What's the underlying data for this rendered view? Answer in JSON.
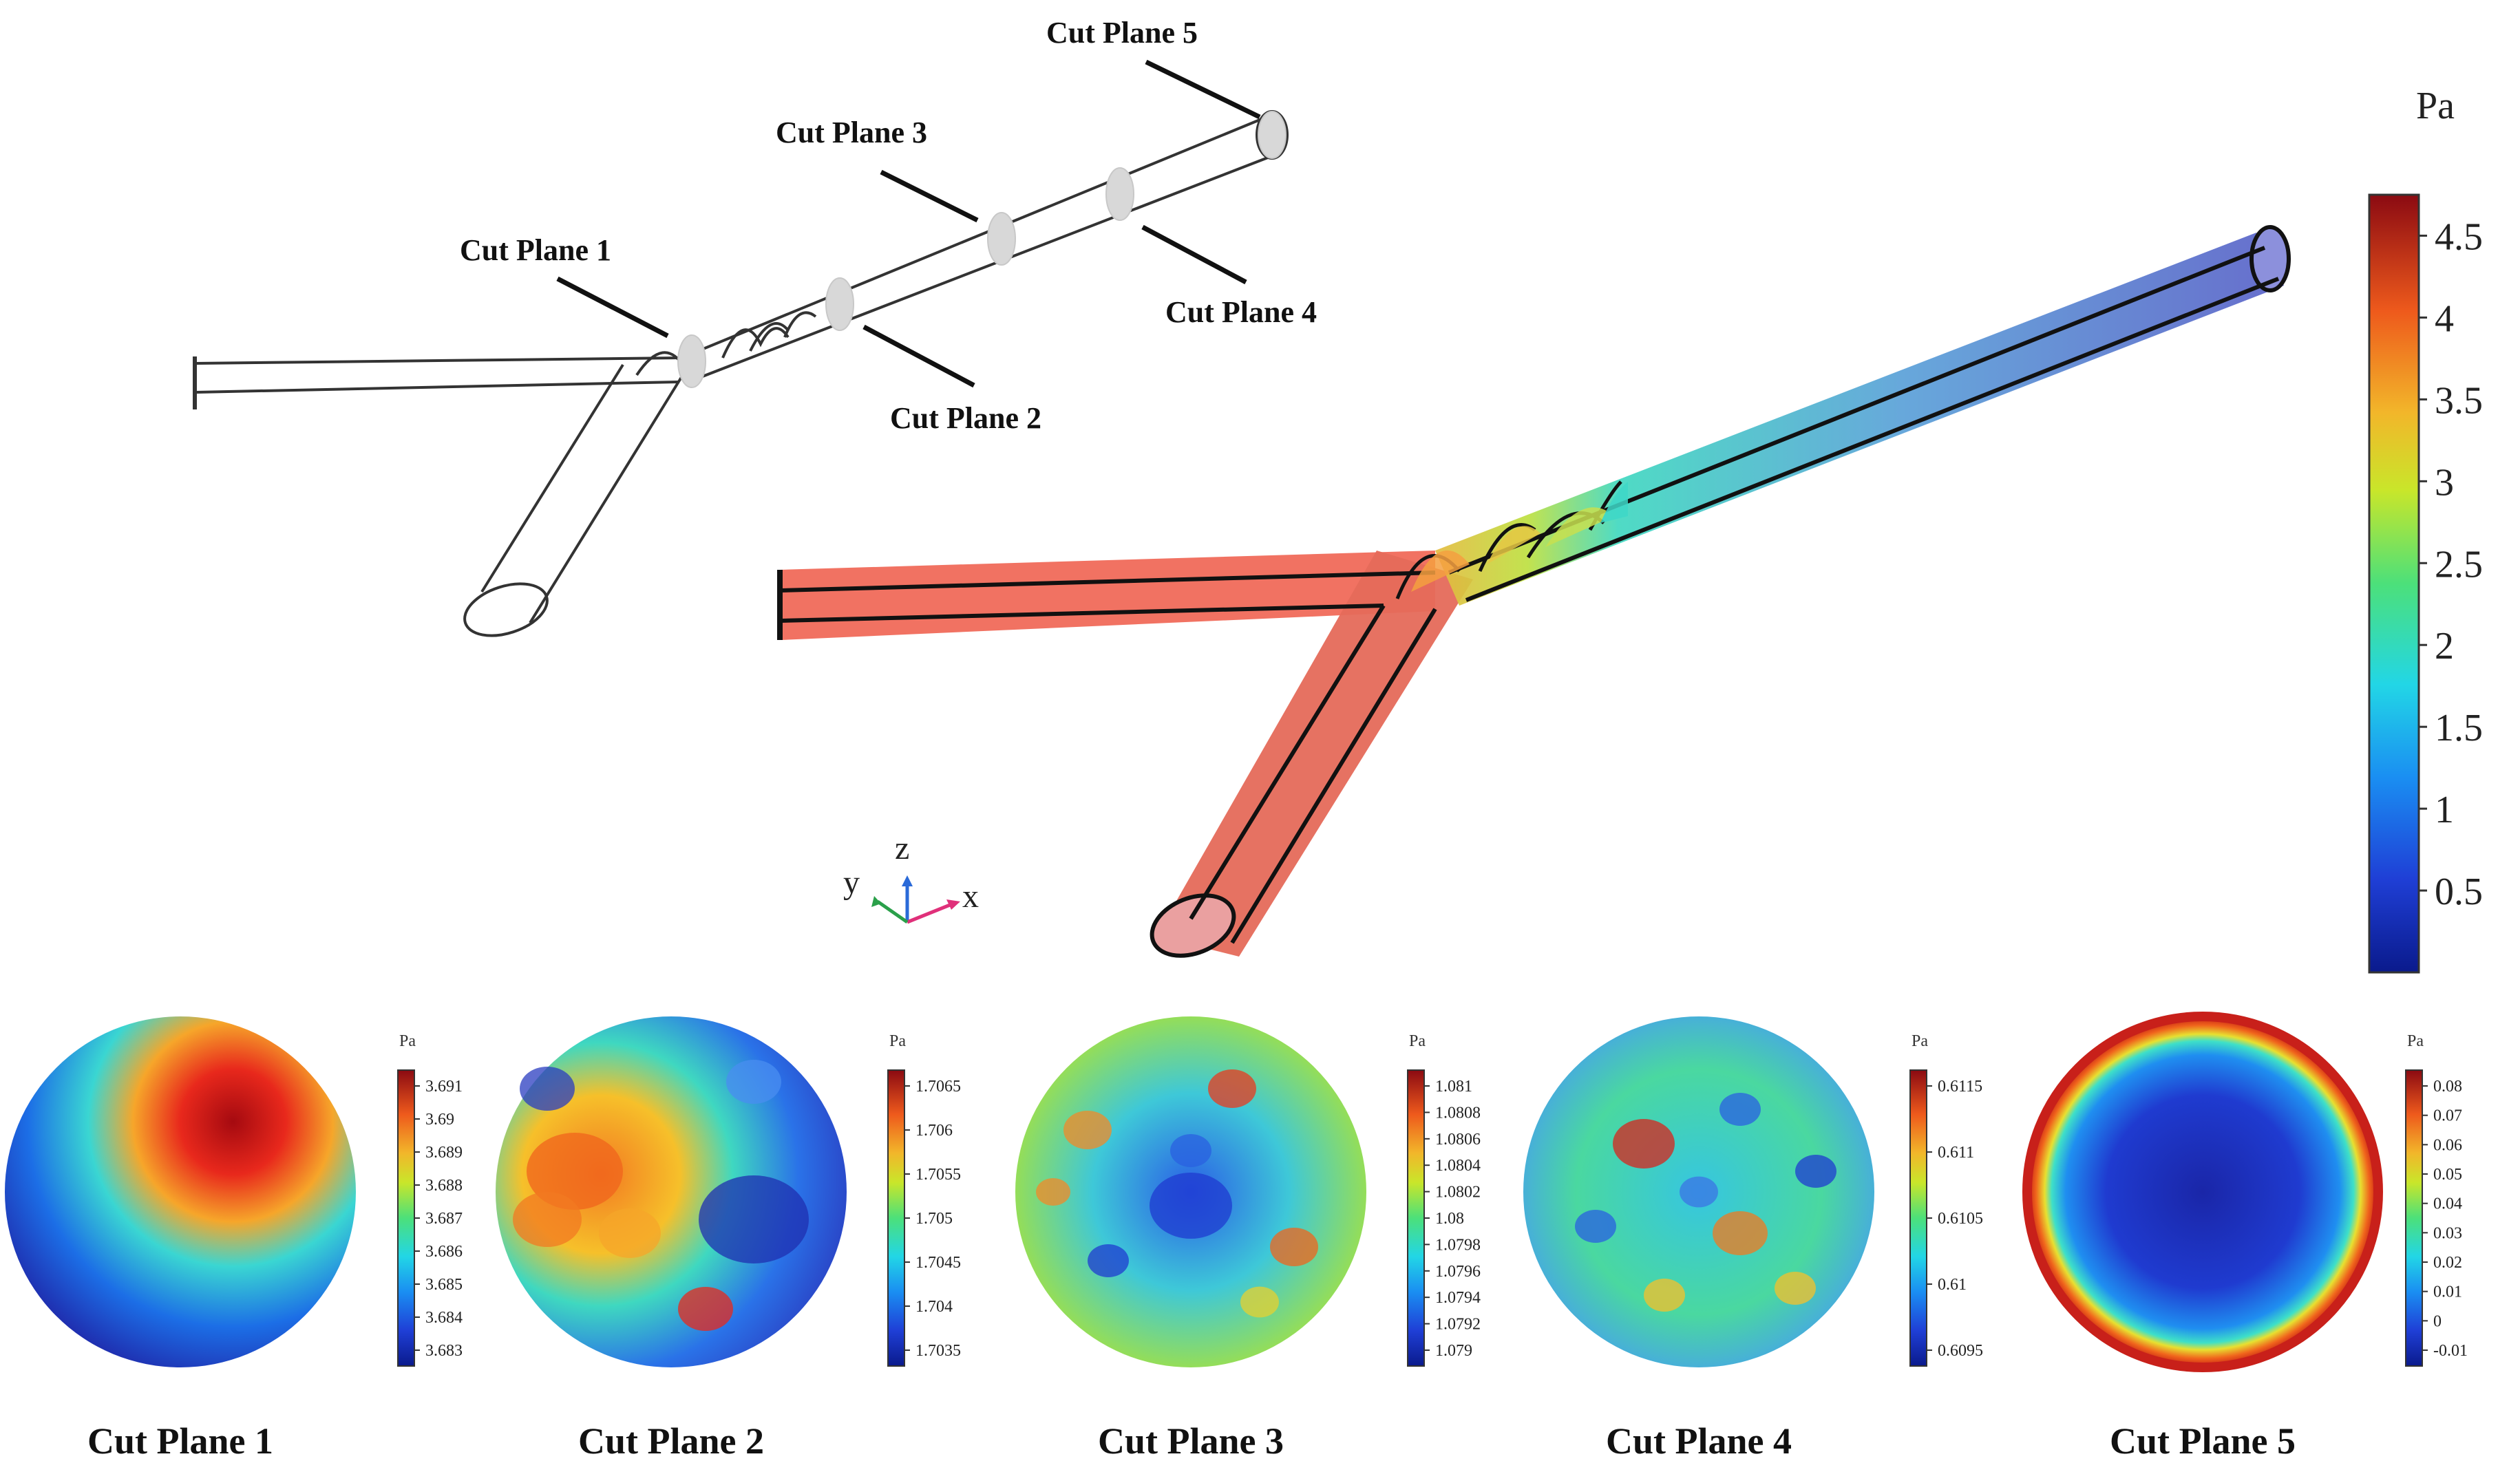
{
  "wireframe": {
    "labels": [
      "Cut Plane 1",
      "Cut Plane 2",
      "Cut Plane 3",
      "Cut Plane 4",
      "Cut Plane 5"
    ]
  },
  "main_colorbar": {
    "unit": "Pa",
    "min": 0.0,
    "max": 4.75,
    "ticks": [
      "0.5",
      "1",
      "1.5",
      "2",
      "2.5",
      "3",
      "3.5",
      "4",
      "4.5"
    ]
  },
  "axes_triad": {
    "y": "y",
    "z": "z",
    "x": "x"
  },
  "cut_planes": [
    {
      "label": "Cut Plane 1",
      "unit": "Pa",
      "ticks": [
        "3.691",
        "3.69",
        "3.689",
        "3.688",
        "3.687",
        "3.686",
        "3.685",
        "3.684",
        "3.683"
      ]
    },
    {
      "label": "Cut Plane 2",
      "unit": "Pa",
      "ticks": [
        "1.7065",
        "1.706",
        "1.7055",
        "1.705",
        "1.7045",
        "1.704",
        "1.7035"
      ]
    },
    {
      "label": "Cut Plane 3",
      "unit": "Pa",
      "ticks": [
        "1.081",
        "1.0808",
        "1.0806",
        "1.0804",
        "1.0802",
        "1.08",
        "1.0798",
        "1.0796",
        "1.0794",
        "1.0792",
        "1.079"
      ]
    },
    {
      "label": "Cut Plane 4",
      "unit": "Pa",
      "ticks": [
        "0.6115",
        "0.611",
        "0.6105",
        "0.61",
        "0.6095"
      ]
    },
    {
      "label": "Cut Plane 5",
      "unit": "Pa",
      "ticks": [
        "0.08",
        "0.07",
        "0.06",
        "0.05",
        "0.04",
        "0.03",
        "0.02",
        "0.01",
        "0",
        "-0.01"
      ]
    }
  ]
}
